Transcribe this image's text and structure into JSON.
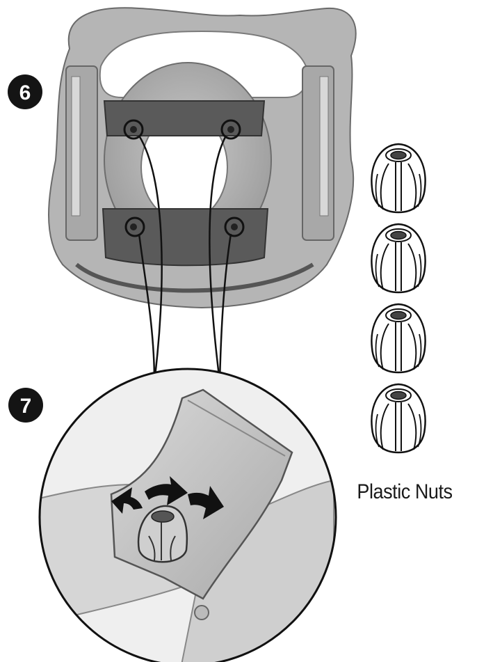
{
  "steps": [
    {
      "number": "6"
    },
    {
      "number": "7"
    }
  ],
  "parts_caption": "Plastic Nuts",
  "nut_count": 4
}
